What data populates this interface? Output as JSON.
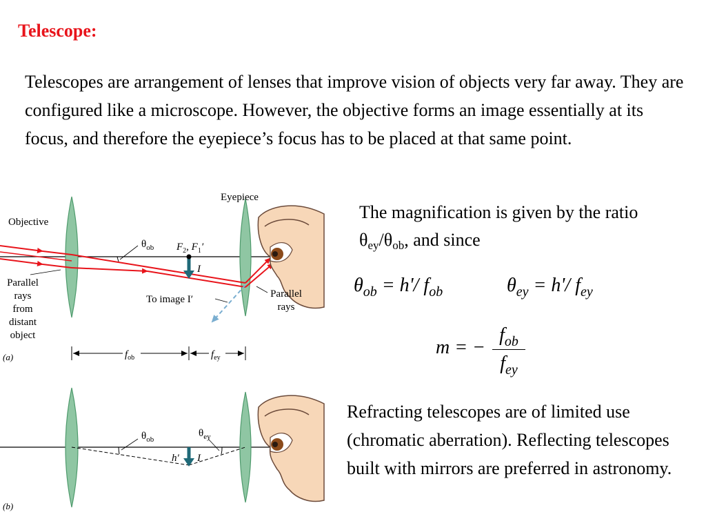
{
  "slide": {
    "title": "Telescope:",
    "intro": "Telescopes are arrangement of lenses that improve vision of objects very far away. They are configured like a microscope. However, the objective forms an image essentially at its focus, and therefore the eyepiece’s focus has to be placed at that same point.",
    "magnification_text": {
      "part1": "The magnification is given by the ratio θ",
      "sub1": "ey",
      "mid": "/θ",
      "sub2": "ob",
      "part2": ", and since"
    },
    "eq_ob": {
      "sym": "θ",
      "sub": "ob",
      "rhs": " = h'/ f",
      "rhs_sub": "ob"
    },
    "eq_ey": {
      "sym": "θ",
      "sub": "ey",
      "rhs": " = h'/ f",
      "rhs_sub": "ey"
    },
    "eq_m": {
      "lhs": "m = −",
      "num": "f",
      "num_sub": "ob",
      "den": "f",
      "den_sub": "ey"
    },
    "refracting_text": "Refracting telescopes are of limited use (chromatic aberration). Reflecting telescopes built with mirrors are preferred in astronomy."
  },
  "diagram": {
    "colors": {
      "ray": "#e8141b",
      "lens": "#8fc6a3",
      "lens_edge": "#4e9a6c",
      "arrow": "#1f6a78",
      "virtual_ray": "#7aaed0",
      "skin": "#f7d7b8",
      "iris": "#8b4a1a"
    },
    "a": {
      "label_eyepiece": "Eyepiece",
      "label_objective": "Objective",
      "label_theta_ob": "θ",
      "label_theta_ob_sub": "ob",
      "label_focus": "F",
      "label_focus_sub": "2",
      "label_focus2": ", F",
      "label_focus2_sub": "1",
      "label_focus2_prime": "′",
      "label_image": "I",
      "label_parallel_left": [
        "Parallel",
        "rays",
        "from",
        "distant",
        "object"
      ],
      "label_to_image": "To image I′",
      "label_parallel_right": [
        "Parallel",
        "rays"
      ],
      "label_f_ob": "f",
      "label_f_ob_sub": "ob",
      "label_f_ey": "f",
      "label_f_ey_sub": "ey",
      "panel_label": "(a)"
    },
    "b": {
      "label_theta_ob": "θ",
      "label_theta_ob_sub": "ob",
      "label_theta_ey": "θ",
      "label_theta_ey_sub": "ey",
      "label_h": "h′",
      "label_image": "I",
      "panel_label": "(b)"
    }
  }
}
